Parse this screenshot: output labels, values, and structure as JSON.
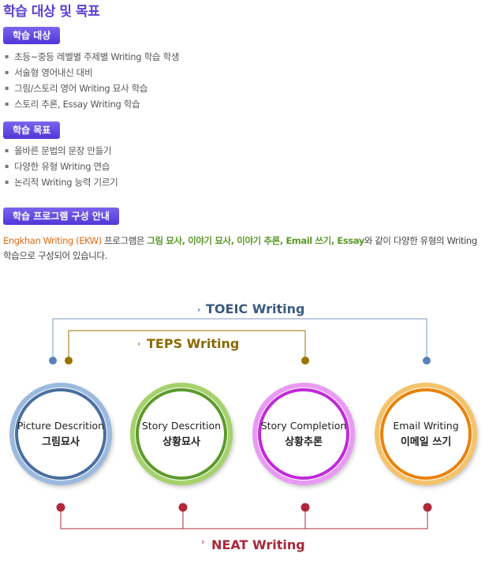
{
  "page_title": "학습 대상 및 목표",
  "sections": {
    "target": {
      "badge": "학습 대상",
      "items": [
        "초등~중등 레벨별 주제별 Writing 학습 학생",
        "서술형 영어내신 대비",
        "그림/스토리 영어 Writing 묘사 학습",
        "스토리 추론, Essay Writing 학습"
      ]
    },
    "goal": {
      "badge": "학습 목표",
      "items": [
        "올바른 문법의 문장 만들기",
        "다양한 유형 Writing 연습",
        "논리적 Writing 능력 기르기"
      ]
    },
    "program": {
      "badge": "학습 프로그램 구성 안내",
      "desc_brand": "Engkhan Writing (EKW)",
      "desc_pre": " 프로그램은 ",
      "desc_hl": "그림 묘사, 이야기 묘사, 이야기 추론, Email 쓰기, Essay",
      "desc_post": "와 같이 다양한 유형의 Writing 학습으로 구성되어 있습니다."
    }
  },
  "diagram": {
    "groups": {
      "toeic": {
        "label": "TOEIC Writing",
        "color": "#3a5a80",
        "node_color": "#5b82b8"
      },
      "teps": {
        "label": "TEPS Writing",
        "color": "#8a6a00",
        "node_color": "#9a7400"
      },
      "neat": {
        "label": "NEAT Writing",
        "color": "#a8283a",
        "node_color": "#b0283a"
      }
    },
    "circles": [
      {
        "en": "Picture Descrition",
        "ko": "그림묘사",
        "color": "#4a6fa0",
        "light": "#9cbadf"
      },
      {
        "en": "Story Descrition",
        "ko": "상황묘사",
        "color": "#5e9a2c",
        "light": "#a5d26b"
      },
      {
        "en": "Story Completion",
        "ko": "상황추론",
        "color": "#c02ad8",
        "light": "#e89af4"
      },
      {
        "en": "Email Writing",
        "ko": "이메일 쓰기",
        "color": "#e8820c",
        "light": "#f6c36b"
      }
    ]
  }
}
